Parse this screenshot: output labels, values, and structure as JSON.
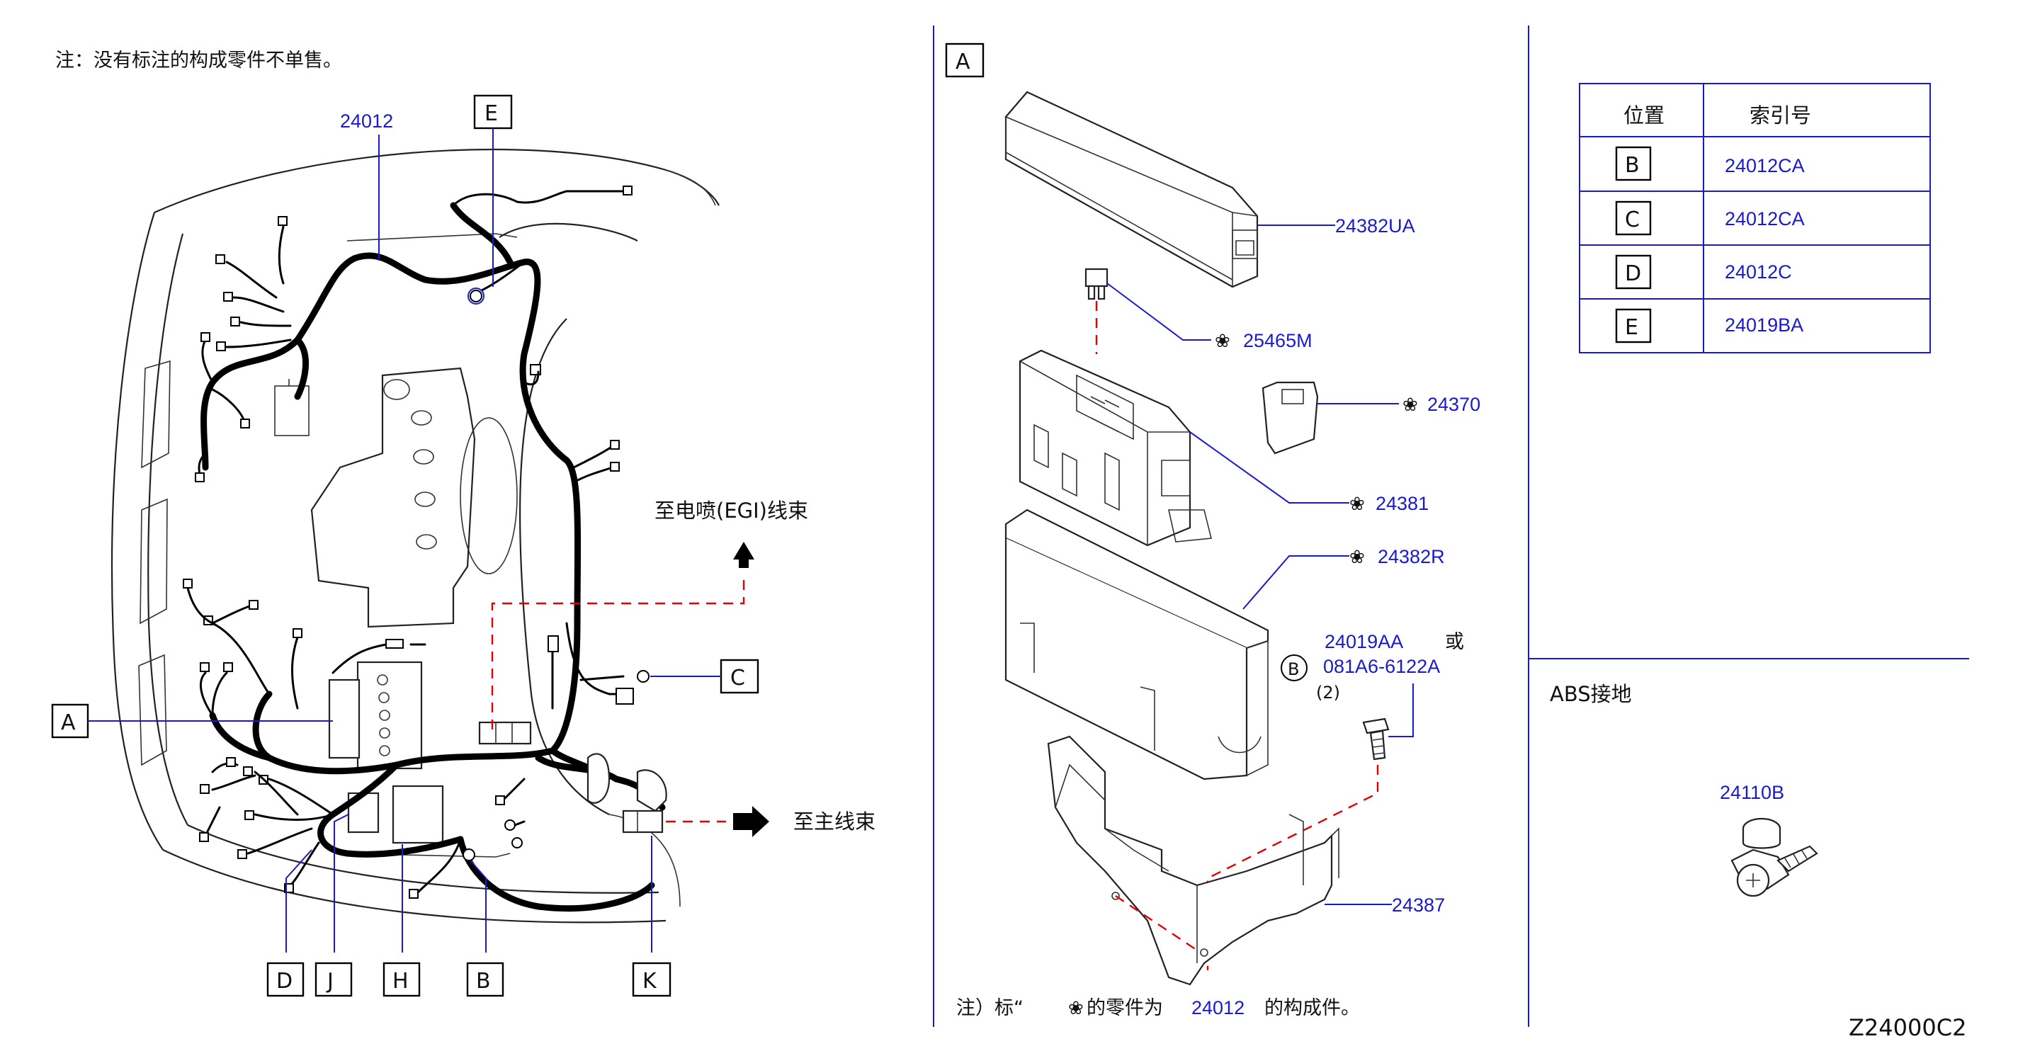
{
  "note_top": "注：没有标注的构成零件不单售。",
  "note_bottom_prefix": "注）标“",
  "note_bottom_suffix": "的零件为",
  "note_bottom_part": "24012",
  "note_bottom_end": "的构成件。",
  "asterisk_symbol": "❀",
  "diagram_code": "Z24000C2",
  "left": {
    "part_main": "24012",
    "label_E": "E",
    "label_A": "A",
    "label_C": "C",
    "label_D": "D",
    "label_J": "J",
    "label_H": "H",
    "label_B": "B",
    "label_K": "K",
    "to_egi": "至电喷(EGI)线束",
    "to_main": "至主线束"
  },
  "middle": {
    "section_label": "A",
    "parts": {
      "cover": "24382UA",
      "fuse_small": "25465M",
      "fuse_large": "24370",
      "block": "24381",
      "case": "24382R",
      "bolt1": "24019AA",
      "or_text": "或",
      "bolt2": "081A6-6122A",
      "qty": "(2)",
      "bracket": "24387",
      "circle_label": "B"
    }
  },
  "right": {
    "table": {
      "headers": [
        "位置",
        "索引号"
      ],
      "rows": [
        {
          "pos": "B",
          "ref": "24012CA"
        },
        {
          "pos": "C",
          "ref": "24012CA"
        },
        {
          "pos": "D",
          "ref": "24012C"
        },
        {
          "pos": "E",
          "ref": "24019BA"
        }
      ]
    },
    "abs_title": "ABS接地",
    "abs_part": "24110B"
  }
}
